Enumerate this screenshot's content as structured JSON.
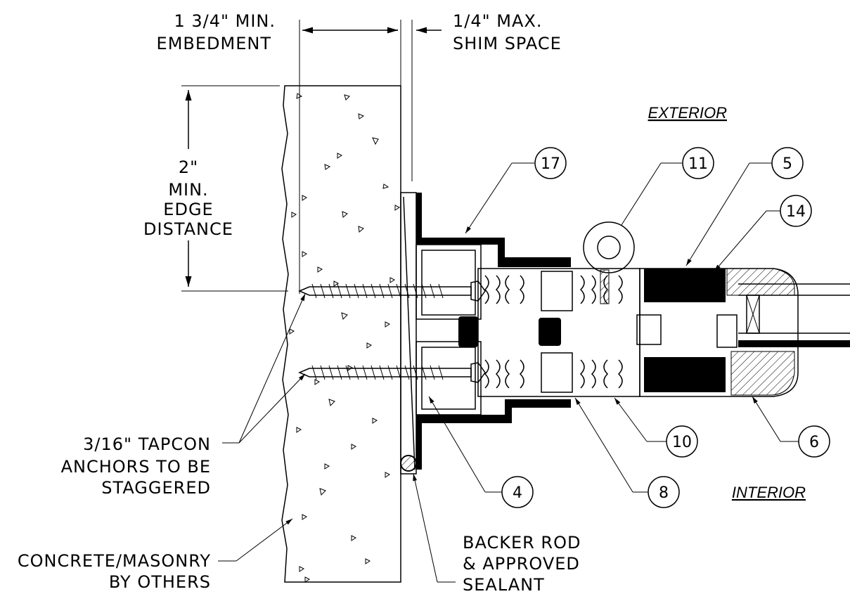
{
  "dimensions": {
    "embedment": [
      "1 3/4\" MIN.",
      "EMBEDMENT"
    ],
    "shim": [
      "1/4\" MAX.",
      "SHIM SPACE"
    ],
    "edge": [
      "2\"",
      "MIN.",
      "EDGE",
      "DISTANCE"
    ]
  },
  "side_labels": {
    "exterior": "EXTERIOR",
    "interior": "INTERIOR"
  },
  "notes": {
    "anchors": [
      "3/16\" TAPCON",
      "ANCHORS TO BE",
      "STAGGERED"
    ],
    "concrete": [
      "CONCRETE/MASONRY",
      "BY OTHERS"
    ],
    "backer": [
      "BACKER ROD",
      "& APPROVED",
      "SEALANT"
    ]
  },
  "callouts": {
    "c17": "17",
    "c11": "11",
    "c5": "5",
    "c14": "14",
    "c10": "10",
    "c6": "6",
    "c4": "4",
    "c8": "8"
  }
}
